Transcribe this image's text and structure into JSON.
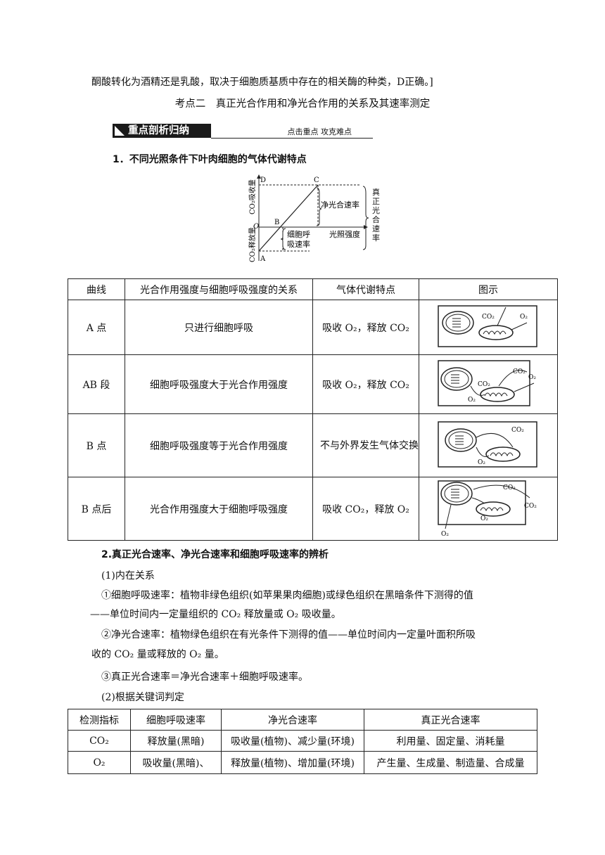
{
  "top_line": "酮酸转化为酒精还是乳酸，取决于细胞质基质中存在的相关酶的种类，D正确。]",
  "section_title": "考点二　真正光合作用和净光合作用的关系及其速率测定",
  "banner": {
    "label": "重点剖析归纳",
    "sub": "点击重点 攻克难点"
  },
  "heading1": "1．不同光照条件下叶肉细胞的气体代谢特点",
  "graph": {
    "ylabel_up": "CO₂吸收量",
    "ylabel_down": "CO₂释放量",
    "xlabel": "光照强度",
    "points": {
      "A": "A",
      "B": "B",
      "C": "C",
      "D": "D",
      "O": "O"
    },
    "net_rate": "净光合速率",
    "true_rate": "真正光合速率",
    "resp_rate_1": "细胞呼",
    "resp_rate_2": "吸速率"
  },
  "table1": {
    "headers": [
      "曲线",
      "光合作用强度与细胞呼吸强度的关系",
      "气体代谢特点",
      "图示"
    ],
    "rows": [
      {
        "curve": "A 点",
        "relation": "只进行细胞呼吸",
        "gas": "吸收 O₂，释放 CO₂"
      },
      {
        "curve": "AB 段",
        "relation": "细胞呼吸强度大于光合作用强度",
        "gas": "吸收 O₂，释放 CO₂"
      },
      {
        "curve": "B 点",
        "relation": "细胞呼吸强度等于光合作用强度",
        "gas": "不与外界发生气体交换"
      },
      {
        "curve": "B 点后",
        "relation": "光合作用强度大于细胞呼吸强度",
        "gas": "吸收 CO₂，释放 O₂"
      }
    ],
    "labels": {
      "co2": "CO₂",
      "o2": "O₂"
    }
  },
  "heading2": "2.真正光合速率、净光合速率和细胞呼吸速率的辨析",
  "sub1": "(1)内在关系",
  "p1a": "①细胞呼吸速率：植物非绿色组织(如苹果果肉细胞)或绿色组织在黑暗条件下测得的值",
  "p1b": "——单位时间内一定量组织的 CO₂ 释放量或 O₂ 吸收量。",
  "p2a": "②净光合速率：植物绿色组织在有光条件下测得的值——单位时间内一定量叶面积所吸",
  "p2b": "收的 CO₂ 量或释放的 O₂ 量。",
  "p3": "③真正光合速率＝净光合速率＋细胞呼吸速率。",
  "sub2": "(2)根据关键词判定",
  "table2": {
    "headers": [
      "检测指标",
      "细胞呼吸速率",
      "净光合速率",
      "真正光合速率"
    ],
    "rows": [
      [
        "CO₂",
        "释放量(黑暗)",
        "吸收量(植物)、减少量(环境)",
        "利用量、固定量、消耗量"
      ],
      [
        "O₂",
        "吸收量(黑暗)、",
        "释放量(植物)、增加量(环境)",
        "产生量、生成量、制造量、合成量"
      ]
    ]
  }
}
